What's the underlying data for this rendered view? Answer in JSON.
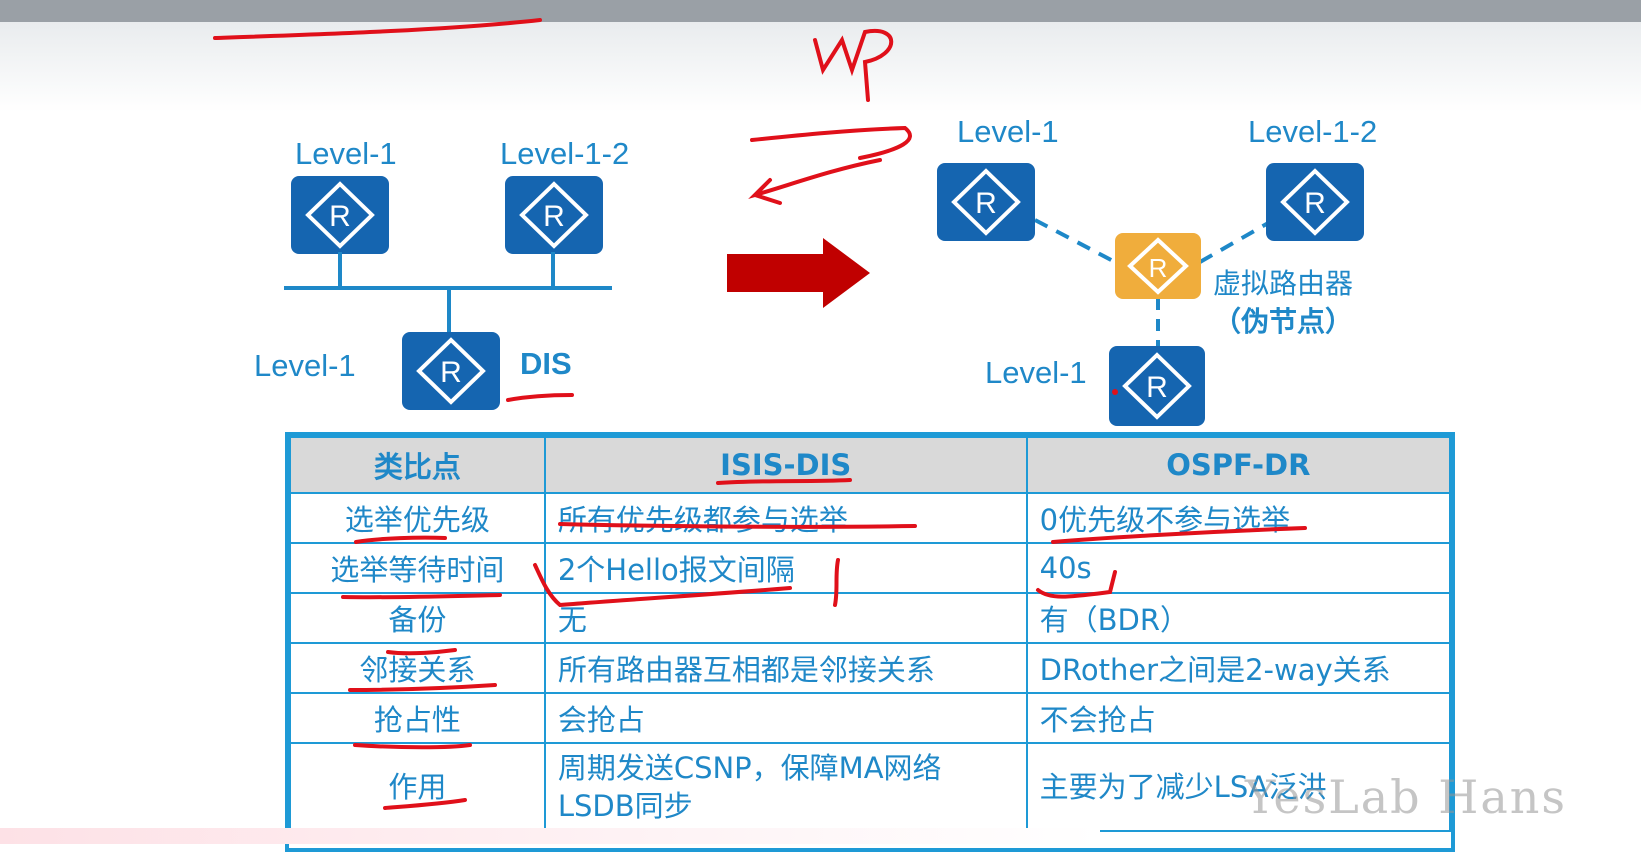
{
  "diagram_left": {
    "label_tl": "Level-1",
    "label_tr": "Level-1-2",
    "label_bottom": "Level-1",
    "dis_label": "DIS",
    "router_glyph": "R"
  },
  "diagram_right": {
    "label_tl": "Level-1",
    "label_tr": "Level-1-2",
    "label_bottom": "Level-1",
    "virtual_router_label": "虚拟路由器",
    "pseudonode_label": "（伪节点）",
    "router_glyph": "R"
  },
  "arrow": {
    "color": "#c00000"
  },
  "table": {
    "headers": [
      "类比点",
      "ISIS-DIS",
      "OSPF-DR"
    ],
    "rows": [
      [
        "选举优先级",
        "所有优先级都参与选举",
        "0优先级不参与选举"
      ],
      [
        "选举等待时间",
        "2个Hello报文间隔",
        "40s"
      ],
      [
        "备份",
        "无",
        "有（BDR）"
      ],
      [
        "邻接关系",
        "所有路由器互相都是邻接关系",
        "DRother之间是2-way关系"
      ],
      [
        "抢占性",
        "会抢占",
        "不会抢占"
      ],
      [
        "作用",
        "周期发送CSNP，保障MA网络",
        "主要为了减少LSA泛洪"
      ]
    ],
    "last_row_line2": "LSDB同步"
  },
  "watermark": "YesLab Hans",
  "colors": {
    "accent": "#1f88c8",
    "router": "#1565b0",
    "virtual_router": "#f0ad3c",
    "ink": "#e0101a"
  }
}
